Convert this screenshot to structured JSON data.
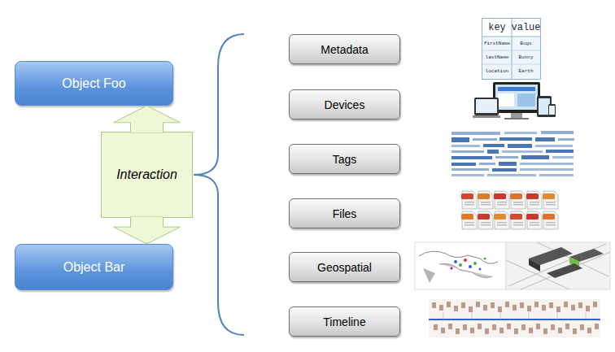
{
  "diagram": {
    "nodes": [
      {
        "text": [
          "Object Foo"
        ]
      },
      {
        "text": [
          "Interaction"
        ]
      },
      {
        "text": [
          "Object Bar"
        ]
      },
      {
        "text": [
          "Metadata"
        ]
      },
      {
        "text": [
          "Devices"
        ]
      },
      {
        "text": [
          "Tags"
        ]
      },
      {
        "text": [
          "Files"
        ]
      },
      {
        "text": [
          "Geospatial"
        ]
      },
      {
        "text": [
          "Timeline"
        ]
      }
    ],
    "edges": [
      {
        "from": 1,
        "to": 0,
        "arrow": "to"
      },
      {
        "from": 1,
        "to": 2,
        "arrow": "to"
      }
    ],
    "labels": [
      "key",
      "value",
      "firstName",
      "Bugs",
      "lastName",
      "Bunny",
      "location",
      "Earth"
    ]
  }
}
